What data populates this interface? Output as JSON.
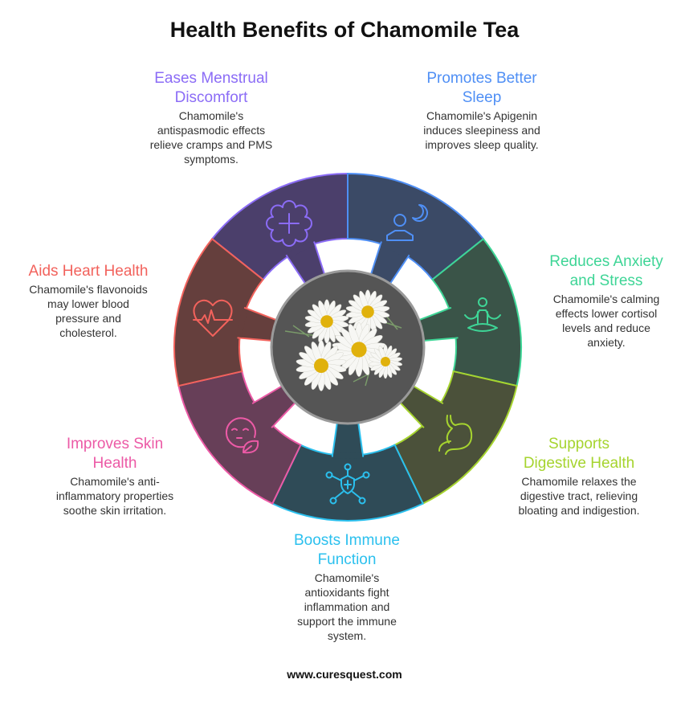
{
  "title": "Health Benefits of Chamomile Tea",
  "footer": "www.curesquest.com",
  "benefits": [
    {
      "id": "menstrual",
      "title": [
        "Eases Menstrual",
        "Discomfort"
      ],
      "desc": [
        "Chamomile's",
        "antispasmodic effects",
        "relieve cramps and PMS",
        "symptoms."
      ],
      "color": "#8b6cf6",
      "fill": "#4b3f6b",
      "icon": "flower-plus-icon"
    },
    {
      "id": "sleep",
      "title": [
        "Promotes Better",
        "Sleep"
      ],
      "desc": [
        "Chamomile's Apigenin",
        "induces sleepiness and",
        "improves sleep quality."
      ],
      "color": "#4f8ff5",
      "fill": "#3b4a66",
      "icon": "person-moon-icon"
    },
    {
      "id": "anxiety",
      "title": [
        "Reduces Anxiety",
        "and Stress"
      ],
      "desc": [
        "Chamomile's calming",
        "effects lower cortisol",
        "levels and reduce",
        "anxiety."
      ],
      "color": "#3ed596",
      "fill": "#3a5448",
      "icon": "meditation-icon"
    },
    {
      "id": "digestive",
      "title": [
        "Supports",
        "Digestive Health"
      ],
      "desc": [
        "Chamomile relaxes the",
        "digestive tract, relieving",
        "bloating and indigestion."
      ],
      "color": "#a6d42f",
      "fill": "#4b513a",
      "icon": "stomach-icon"
    },
    {
      "id": "immune",
      "title": [
        "Boosts Immune",
        "Function"
      ],
      "desc": [
        "Chamomile's",
        "antioxidants fight",
        "inflammation and",
        "support the immune",
        "system."
      ],
      "color": "#2bc0ee",
      "fill": "#2f4b57",
      "icon": "immune-shield-icon"
    },
    {
      "id": "skin",
      "title": [
        "Improves Skin",
        "Health"
      ],
      "desc": [
        "Chamomile's anti-",
        "inflammatory properties",
        "soothe skin irritation."
      ],
      "color": "#ec5aa6",
      "fill": "#673f58",
      "icon": "face-leaf-icon"
    },
    {
      "id": "heart",
      "title": [
        "Aids Heart Health"
      ],
      "desc": [
        "Chamomile's flavonoids",
        "may lower blood",
        "pressure and",
        "cholesterol."
      ],
      "color": "#f2625c",
      "fill": "#653f3d",
      "icon": "heart-pulse-icon"
    }
  ]
}
